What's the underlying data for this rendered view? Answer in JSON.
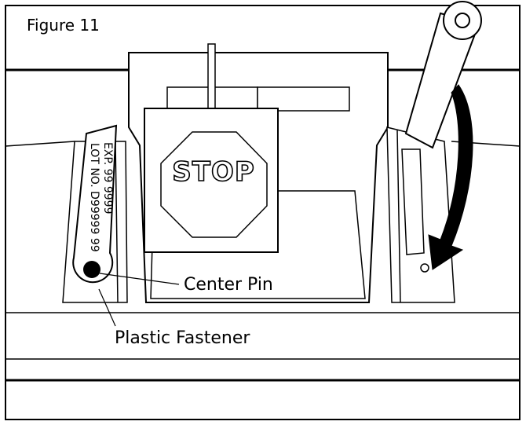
{
  "figure_label": "Figure 11",
  "stop_text": "STOP",
  "tag_lines": [
    "EXP. 99 9999",
    "LOT NO. D99999 99"
  ],
  "callouts": {
    "center_pin": "Center Pin",
    "plastic_fastener": "Plastic Fastener"
  }
}
